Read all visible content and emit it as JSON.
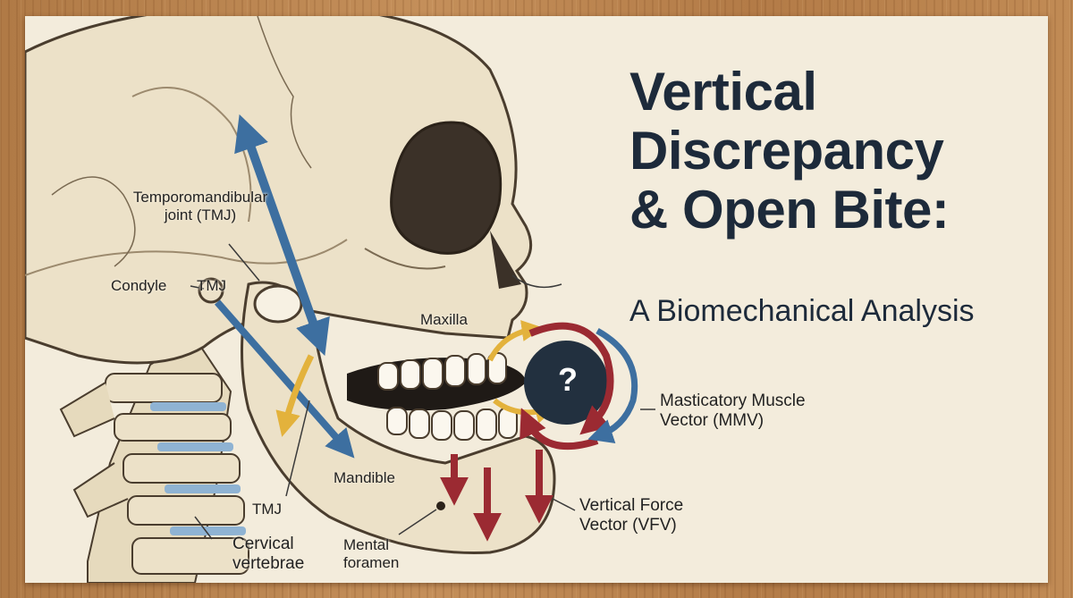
{
  "title": {
    "line1": "Vertical",
    "line2": "Discrepancy",
    "line3": "& Open Bite:"
  },
  "subtitle": "A Biomechanical Analysis",
  "labels": {
    "tmj_joint_line1": "Temporomandibular",
    "tmj_joint_line2": "joint (TMJ)",
    "condyle": "Condyle",
    "tmj_upper": "TMJ",
    "tmj_lower": "TMJ",
    "maxilla": "Maxilla",
    "mandible": "Mandible",
    "cervical_line1": "Cervical",
    "cervical_line2": "vertebrae",
    "mental_line1": "Mental",
    "mental_line2": "foramen",
    "mmv_line1": "Masticatory Muscle",
    "mmv_line2": "Vector (MMV)",
    "vfv_line1": "Vertical Force",
    "vfv_line2": "Vector (VFV)",
    "question_mark": "?"
  },
  "icons": {
    "skull": "skull-illustration",
    "vertebrae": "vertebrae-illustration",
    "teeth": "teeth-illustration",
    "muscle_vector": "double-headed-arrow-icon",
    "rotation": "circular-arrows-icon",
    "force": "down-arrow-icon"
  },
  "colors": {
    "background_wood": "#b9834f",
    "paper": "#f3ecdc",
    "bone": "#ece1c8",
    "bone_outline": "#4a3d2e",
    "title_text": "#1d2a3a",
    "blue_arrow": "#3d6fa0",
    "red_arrow": "#9b2a32",
    "yellow_arrow": "#e3b23c",
    "disc_blue": "#8fb3d3"
  }
}
